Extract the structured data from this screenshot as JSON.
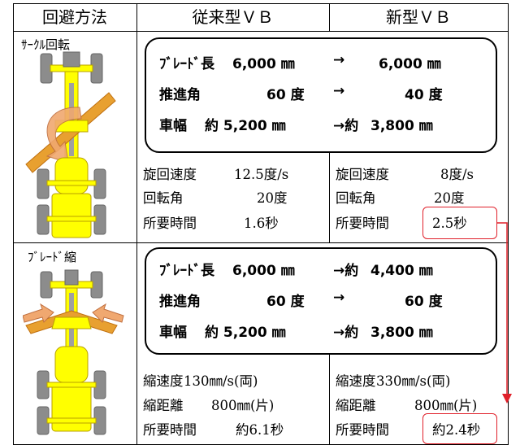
{
  "header": {
    "col_method": "回避方法",
    "col_old": "従来型ＶＢ",
    "col_new": "新型ＶＢ"
  },
  "rows": [
    {
      "method": "ｻｰｸﾙ回転",
      "spec": [
        {
          "label": "ﾌﾞﾚｰﾄﾞ長",
          "old": "6,000 ㎜",
          "arrow": "→",
          "new": "6,000 ㎜"
        },
        {
          "label": "推進角",
          "old": "60 度",
          "arrow": "→",
          "new": "40 度"
        },
        {
          "label": "車幅",
          "old": "約 5,200 ㎜",
          "arrow": "→約",
          "new": "3,800 ㎜"
        }
      ],
      "old_stats": [
        {
          "label": "旋回速度",
          "value": "12.5度/s"
        },
        {
          "label": "回転角",
          "value": "20度"
        },
        {
          "label": "所要時間",
          "value": "1.6秒"
        }
      ],
      "new_stats": [
        {
          "label": "旋回速度",
          "value": "8度/s"
        },
        {
          "label": "回転角",
          "value": "20度"
        },
        {
          "label": "所要時間",
          "value": "2.5秒"
        }
      ]
    },
    {
      "method": "ﾌﾞﾚｰﾄﾞ縮",
      "spec": [
        {
          "label": "ﾌﾞﾚｰﾄﾞ長",
          "old": "6,000 ㎜",
          "arrow": "→約",
          "new": "4,400 ㎜"
        },
        {
          "label": "推進角",
          "old": "60 度",
          "arrow": "→",
          "new": "60 度"
        },
        {
          "label": "車幅",
          "old": "約 5,200 ㎜",
          "arrow": "→約",
          "new": "3,800 ㎜"
        }
      ],
      "old_stats": [
        {
          "label": "縮速度",
          "value": "130㎜/s(両)"
        },
        {
          "label": "縮距離",
          "value": "800㎜(片)"
        },
        {
          "label": "所要時間",
          "value": "約6.1秒"
        }
      ],
      "new_stats": [
        {
          "label": "縮速度",
          "value": "330㎜/s(両)"
        },
        {
          "label": "縮距離",
          "value": "800㎜(片)"
        },
        {
          "label": "所要時間",
          "value": "約2.4秒"
        }
      ]
    }
  ],
  "colors": {
    "machine_yellow": "#ffff00",
    "machine_outline": "#b8a000",
    "tire_gray": "#8c8c8c",
    "blade_orange": "#e8a030",
    "arrow_orange": "#f0a870",
    "highlight_red": "#e0202a"
  },
  "icons": {
    "row1_illustration": "grader-circle-rotation-icon",
    "row2_illustration": "grader-blade-retract-icon"
  }
}
